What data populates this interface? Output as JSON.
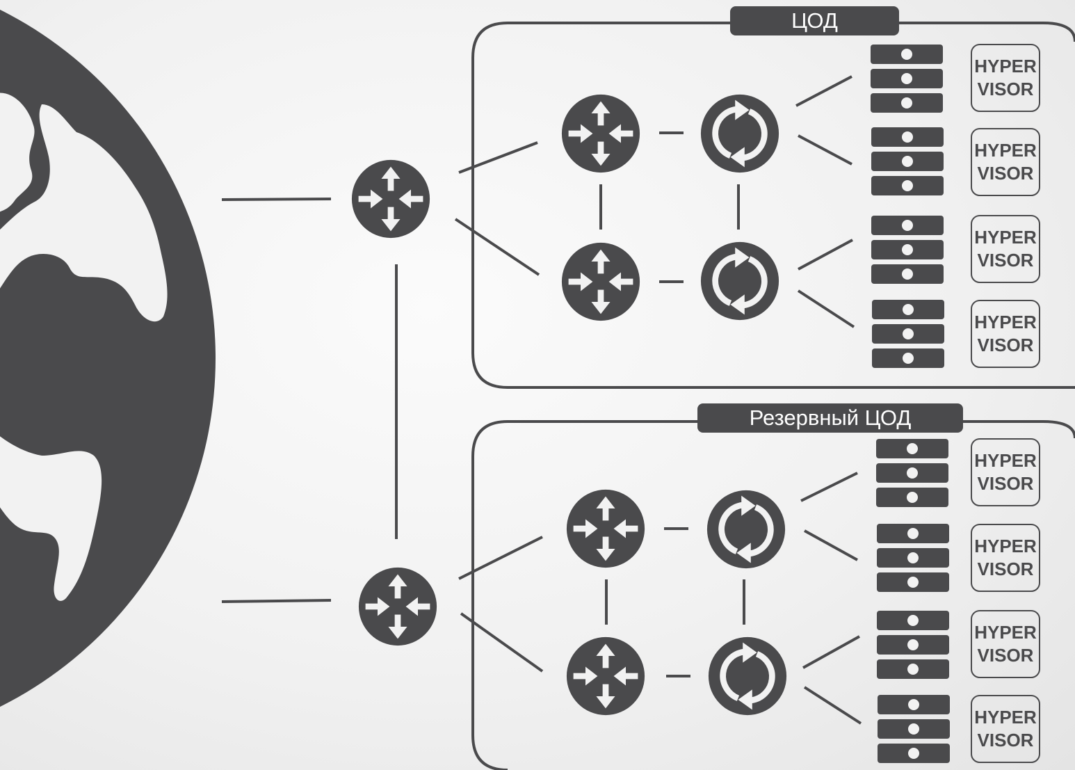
{
  "colors": {
    "ink": "#4a4a4c",
    "background": "#f2f2f2",
    "light": "#f2f2f2"
  },
  "datacenters": [
    {
      "label": "ЦОД",
      "hypervisors": [
        {
          "line1": "HYPER",
          "line2": "VISOR"
        },
        {
          "line1": "HYPER",
          "line2": "VISOR"
        },
        {
          "line1": "HYPER",
          "line2": "VISOR"
        },
        {
          "line1": "HYPER",
          "line2": "VISOR"
        }
      ]
    },
    {
      "label": "Резервный ЦОД",
      "hypervisors": [
        {
          "line1": "HYPER",
          "line2": "VISOR"
        },
        {
          "line1": "HYPER",
          "line2": "VISOR"
        },
        {
          "line1": "HYPER",
          "line2": "VISOR"
        },
        {
          "line1": "HYPER",
          "line2": "VISOR"
        }
      ]
    }
  ],
  "icons": {
    "internet": "globe-icon",
    "router": "router-icon",
    "switch": "switch-icon",
    "server": "server-stack-icon"
  }
}
